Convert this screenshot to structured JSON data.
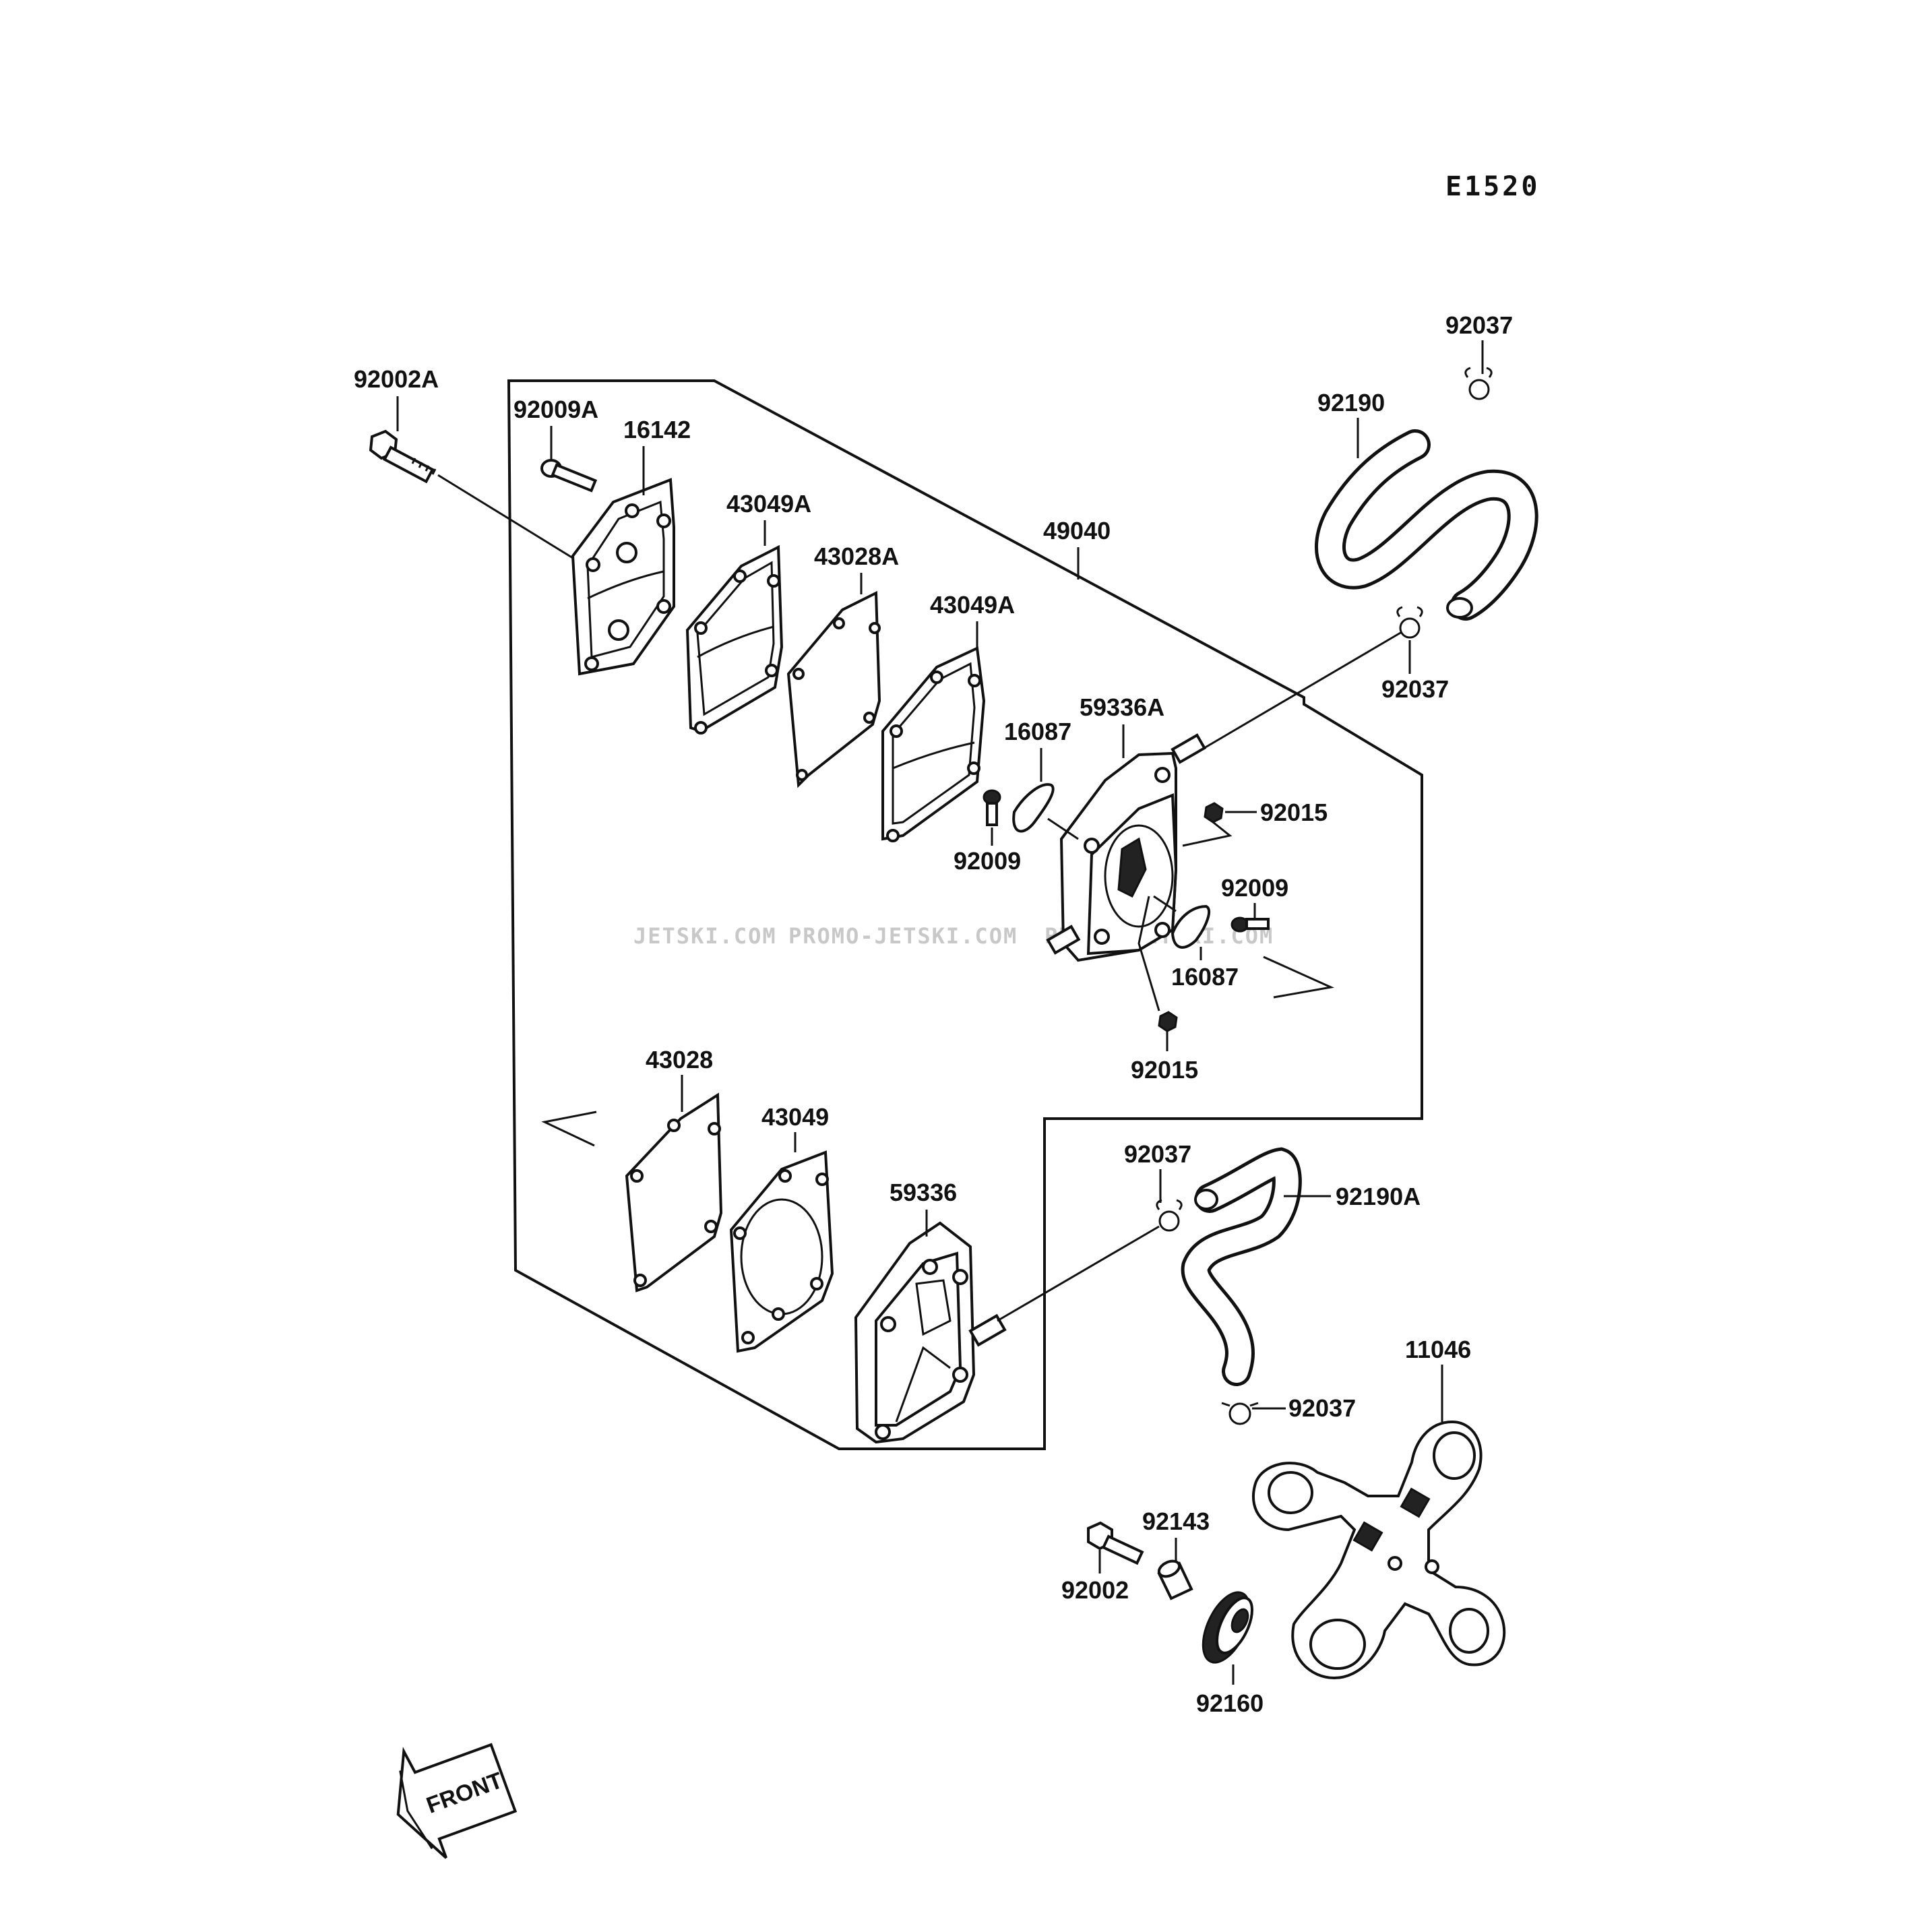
{
  "diagram_code": "E1520",
  "watermarks": [
    "JETSKI.COM",
    "PROMO-JETSKI.COM",
    "PROMO-JETSKI.COM"
  ],
  "front_label": "FRONT",
  "labels": {
    "p92002A": "92002A",
    "p92009A": "92009A",
    "p16142": "16142",
    "p43049A_1": "43049A",
    "p43028A": "43028A",
    "p43049A_2": "43049A",
    "p49040": "49040",
    "p92037_top": "92037",
    "p92190": "92190",
    "p92037_2": "92037",
    "p16087_1": "16087",
    "p59336A": "59336A",
    "p92015_1": "92015",
    "p92009_1": "92009",
    "p92009_2": "92009",
    "p16087_2": "16087",
    "p92015_2": "92015",
    "p43028": "43028",
    "p43049": "43049",
    "p59336": "59336",
    "p92037_3": "92037",
    "p92190A": "92190A",
    "p92037_4": "92037",
    "p11046": "11046",
    "p92143": "92143",
    "p92002": "92002",
    "p92160": "92160"
  }
}
